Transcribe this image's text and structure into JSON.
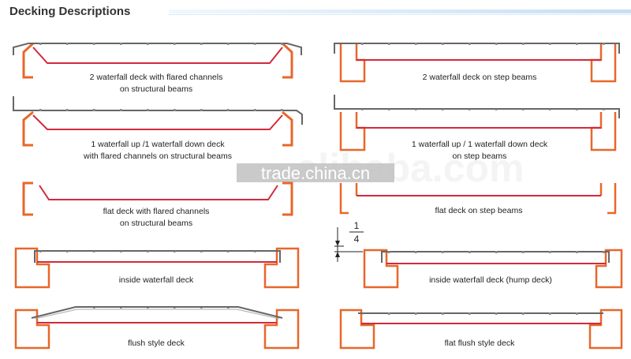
{
  "header": {
    "title": "Decking Descriptions"
  },
  "diagrams": [
    {
      "caption": [
        "2 waterfall deck with flared channels",
        "on structural beams"
      ]
    },
    {
      "caption": [
        "2 waterfall deck on step beams"
      ]
    },
    {
      "caption": [
        "1 waterfall up /1 waterfall down deck",
        "with flared channels on structural beams"
      ]
    },
    {
      "caption": [
        "1 waterfall up / 1 waterfall down deck",
        "on step beams"
      ]
    },
    {
      "caption": [
        "flat deck with flared channels",
        "on structural beams"
      ]
    },
    {
      "caption": [
        "flat deck on step beams"
      ]
    },
    {
      "caption": [
        "inside waterfall deck"
      ]
    },
    {
      "caption": [
        "inside waterfall deck (hump deck)"
      ]
    },
    {
      "caption": [
        "flush style deck"
      ]
    },
    {
      "caption": [
        "flat flush style deck"
      ]
    }
  ],
  "dimension": {
    "numerator": "1",
    "denominator": "4"
  },
  "watermark": {
    "brand": "alibaba.com",
    "site": "trade.china.cn"
  },
  "colors": {
    "beam": "#e8672a",
    "deck": "#666666",
    "bar": "#d22a3c"
  }
}
